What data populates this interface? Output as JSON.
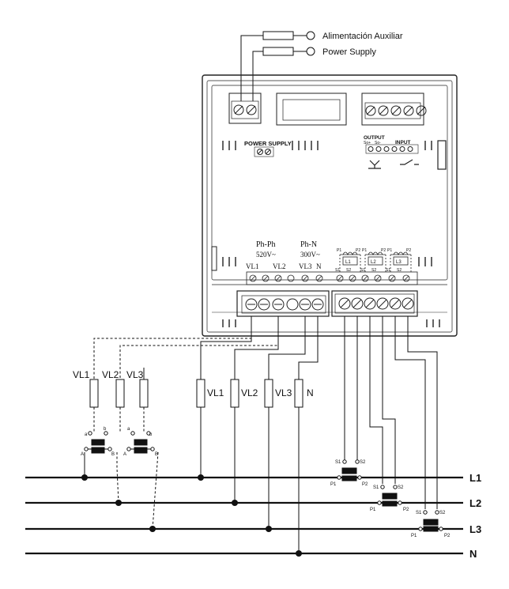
{
  "supply": {
    "line1": "Alimentación Auxiliar",
    "line2": "Power Supply"
  },
  "meter": {
    "power_supply_label": "POWER SUPPLY",
    "output_label": "OUTPUT",
    "output_s0_plus": "So+",
    "output_s0_minus": "So-",
    "input_label": "INPUT",
    "ph_ph_label": "Ph-Ph",
    "ph_ph_voltage": "520V~",
    "ph_n_label": "Ph-N",
    "ph_n_voltage": "300V~",
    "term_vl1": "VL1",
    "term_vl2": "VL2",
    "term_vl3": "VL3",
    "term_n": "N",
    "ct_labels": [
      "L1",
      "L2",
      "L3"
    ],
    "ct_p1": "P1",
    "ct_p2": "P2",
    "ct_s1": "S1",
    "ct_s2": "S2"
  },
  "fuses_vt": [
    "VL1",
    "VL2",
    "VL3"
  ],
  "fuses_direct": [
    "VL1",
    "VL2",
    "VL3",
    "N"
  ],
  "vt": {
    "a": "a",
    "b": "b",
    "A": "A",
    "B": "B"
  },
  "field_ct": {
    "s1": "S1",
    "s2": "S2",
    "p1": "P1",
    "p2": "P2"
  },
  "bus_labels": [
    "L1",
    "L2",
    "L3",
    "N"
  ]
}
